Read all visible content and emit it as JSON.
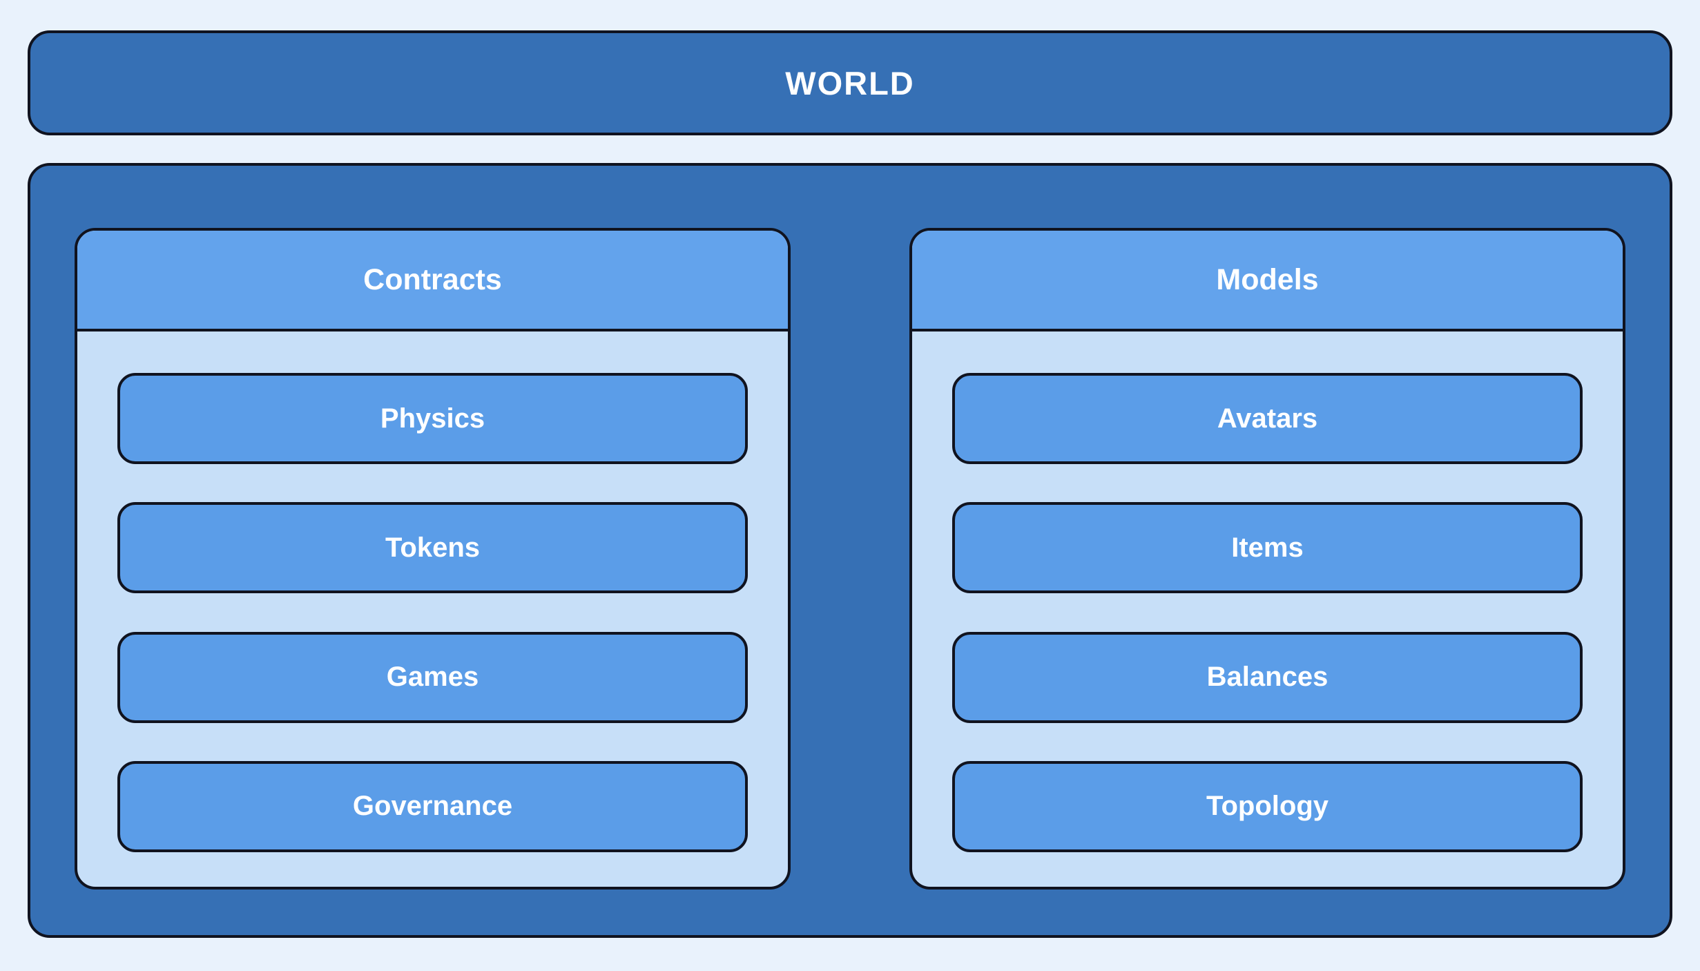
{
  "title": "WORLD",
  "colors": {
    "background": "#e9f2fc",
    "container": "#3670b5",
    "card_header": "#63a3ec",
    "card_body": "#c7dff8",
    "item": "#5b9de8",
    "border": "#10131f",
    "text": "#ffffff"
  },
  "groups": [
    {
      "title": "Contracts",
      "items": [
        "Physics",
        "Tokens",
        "Games",
        "Governance"
      ]
    },
    {
      "title": "Models",
      "items": [
        "Avatars",
        "Items",
        "Balances",
        "Topology"
      ]
    }
  ]
}
